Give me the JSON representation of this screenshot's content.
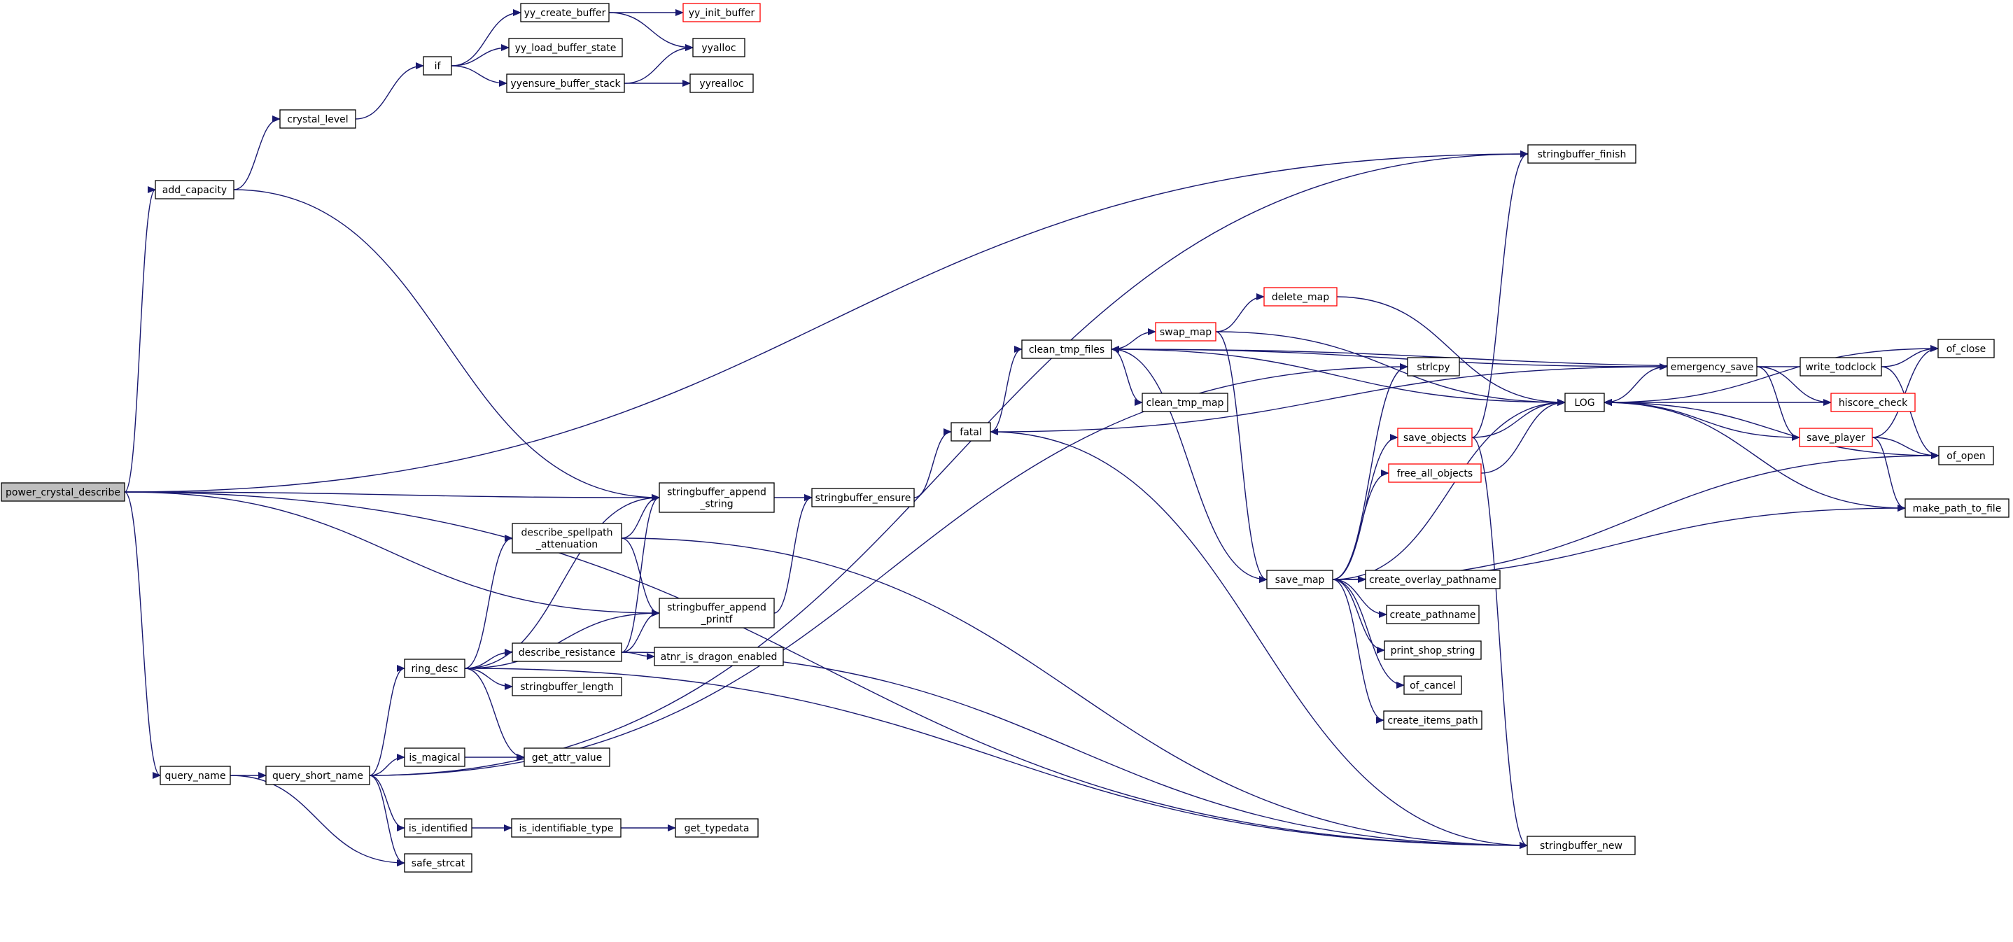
{
  "nodes": [
    {
      "id": "power_crystal_describe",
      "lines": [
        "power_crystal_describe"
      ],
      "style": "root"
    },
    {
      "id": "add_capacity",
      "lines": [
        "add_capacity"
      ],
      "style": "normal"
    },
    {
      "id": "crystal_level",
      "lines": [
        "crystal_level"
      ],
      "style": "normal"
    },
    {
      "id": "if",
      "lines": [
        "if"
      ],
      "style": "normal"
    },
    {
      "id": "yy_create_buffer",
      "lines": [
        "yy_create_buffer"
      ],
      "style": "normal"
    },
    {
      "id": "yy_init_buffer",
      "lines": [
        "yy_init_buffer"
      ],
      "style": "red"
    },
    {
      "id": "yy_load_buffer_state",
      "lines": [
        "yy_load_buffer_state"
      ],
      "style": "normal"
    },
    {
      "id": "yyalloc",
      "lines": [
        "yyalloc"
      ],
      "style": "normal"
    },
    {
      "id": "yyensure_buffer_stack",
      "lines": [
        "yyensure_buffer_stack"
      ],
      "style": "normal"
    },
    {
      "id": "yyrealloc",
      "lines": [
        "yyrealloc"
      ],
      "style": "normal"
    },
    {
      "id": "stringbuffer_finish",
      "lines": [
        "stringbuffer_finish"
      ],
      "style": "normal"
    },
    {
      "id": "stringbuffer_append_string",
      "lines": [
        "stringbuffer_append",
        "_string"
      ],
      "style": "normal"
    },
    {
      "id": "stringbuffer_ensure",
      "lines": [
        "stringbuffer_ensure"
      ],
      "style": "normal"
    },
    {
      "id": "fatal",
      "lines": [
        "fatal"
      ],
      "style": "normal"
    },
    {
      "id": "clean_tmp_files",
      "lines": [
        "clean_tmp_files"
      ],
      "style": "normal"
    },
    {
      "id": "swap_map",
      "lines": [
        "swap_map"
      ],
      "style": "red"
    },
    {
      "id": "delete_map",
      "lines": [
        "delete_map"
      ],
      "style": "red"
    },
    {
      "id": "clean_tmp_map",
      "lines": [
        "clean_tmp_map"
      ],
      "style": "normal"
    },
    {
      "id": "LOG",
      "lines": [
        "LOG"
      ],
      "style": "normal"
    },
    {
      "id": "emergency_save",
      "lines": [
        "emergency_save"
      ],
      "style": "normal"
    },
    {
      "id": "write_todclock",
      "lines": [
        "write_todclock"
      ],
      "style": "normal"
    },
    {
      "id": "of_close",
      "lines": [
        "of_close"
      ],
      "style": "normal"
    },
    {
      "id": "hiscore_check",
      "lines": [
        "hiscore_check"
      ],
      "style": "red"
    },
    {
      "id": "save_player",
      "lines": [
        "save_player"
      ],
      "style": "red"
    },
    {
      "id": "of_open",
      "lines": [
        "of_open"
      ],
      "style": "normal"
    },
    {
      "id": "make_path_to_file",
      "lines": [
        "make_path_to_file"
      ],
      "style": "normal"
    },
    {
      "id": "strlcpy",
      "lines": [
        "strlcpy"
      ],
      "style": "normal"
    },
    {
      "id": "save_objects",
      "lines": [
        "save_objects"
      ],
      "style": "red"
    },
    {
      "id": "free_all_objects",
      "lines": [
        "free_all_objects"
      ],
      "style": "red"
    },
    {
      "id": "save_map",
      "lines": [
        "save_map"
      ],
      "style": "normal"
    },
    {
      "id": "create_overlay_pathname",
      "lines": [
        "create_overlay_pathname"
      ],
      "style": "normal"
    },
    {
      "id": "create_pathname",
      "lines": [
        "create_pathname"
      ],
      "style": "normal"
    },
    {
      "id": "print_shop_string",
      "lines": [
        "print_shop_string"
      ],
      "style": "normal"
    },
    {
      "id": "of_cancel",
      "lines": [
        "of_cancel"
      ],
      "style": "normal"
    },
    {
      "id": "create_items_path",
      "lines": [
        "create_items_path"
      ],
      "style": "normal"
    },
    {
      "id": "stringbuffer_new",
      "lines": [
        "stringbuffer_new"
      ],
      "style": "normal"
    },
    {
      "id": "describe_spellpath_attenuation",
      "lines": [
        "describe_spellpath",
        "_attenuation"
      ],
      "style": "normal"
    },
    {
      "id": "stringbuffer_append_printf",
      "lines": [
        "stringbuffer_append",
        "_printf"
      ],
      "style": "normal"
    },
    {
      "id": "describe_resistance",
      "lines": [
        "describe_resistance"
      ],
      "style": "normal"
    },
    {
      "id": "atnr_is_dragon_enabled",
      "lines": [
        "atnr_is_dragon_enabled"
      ],
      "style": "normal"
    },
    {
      "id": "ring_desc",
      "lines": [
        "ring_desc"
      ],
      "style": "normal"
    },
    {
      "id": "stringbuffer_length",
      "lines": [
        "stringbuffer_length"
      ],
      "style": "normal"
    },
    {
      "id": "is_magical",
      "lines": [
        "is_magical"
      ],
      "style": "normal"
    },
    {
      "id": "get_attr_value",
      "lines": [
        "get_attr_value"
      ],
      "style": "normal"
    },
    {
      "id": "query_name",
      "lines": [
        "query_name"
      ],
      "style": "normal"
    },
    {
      "id": "query_short_name",
      "lines": [
        "query_short_name"
      ],
      "style": "normal"
    },
    {
      "id": "is_identified",
      "lines": [
        "is_identified"
      ],
      "style": "normal"
    },
    {
      "id": "is_identifiable_type",
      "lines": [
        "is_identifiable_type"
      ],
      "style": "normal"
    },
    {
      "id": "get_typedata",
      "lines": [
        "get_typedata"
      ],
      "style": "normal"
    },
    {
      "id": "safe_strcat",
      "lines": [
        "safe_strcat"
      ],
      "style": "normal"
    }
  ],
  "edges": [
    [
      "power_crystal_describe",
      "add_capacity"
    ],
    [
      "power_crystal_describe",
      "stringbuffer_finish"
    ],
    [
      "power_crystal_describe",
      "stringbuffer_append_string"
    ],
    [
      "power_crystal_describe",
      "stringbuffer_append_printf"
    ],
    [
      "power_crystal_describe",
      "query_name"
    ],
    [
      "power_crystal_describe",
      "stringbuffer_new"
    ],
    [
      "add_capacity",
      "crystal_level"
    ],
    [
      "add_capacity",
      "stringbuffer_append_string"
    ],
    [
      "crystal_level",
      "if"
    ],
    [
      "if",
      "yy_create_buffer"
    ],
    [
      "if",
      "yy_load_buffer_state"
    ],
    [
      "if",
      "yyensure_buffer_stack"
    ],
    [
      "yy_create_buffer",
      "yy_init_buffer"
    ],
    [
      "yy_create_buffer",
      "yyalloc"
    ],
    [
      "yyensure_buffer_stack",
      "yyalloc"
    ],
    [
      "yyensure_buffer_stack",
      "yyrealloc"
    ],
    [
      "stringbuffer_append_string",
      "stringbuffer_ensure"
    ],
    [
      "stringbuffer_append_printf",
      "stringbuffer_ensure"
    ],
    [
      "stringbuffer_ensure",
      "fatal"
    ],
    [
      "fatal",
      "clean_tmp_files"
    ],
    [
      "fatal",
      "emergency_save"
    ],
    [
      "clean_tmp_files",
      "swap_map"
    ],
    [
      "clean_tmp_files",
      "clean_tmp_map"
    ],
    [
      "clean_tmp_files",
      "LOG"
    ],
    [
      "clean_tmp_files",
      "save_map"
    ],
    [
      "swap_map",
      "delete_map"
    ],
    [
      "swap_map",
      "LOG"
    ],
    [
      "swap_map",
      "save_map"
    ],
    [
      "delete_map",
      "LOG"
    ],
    [
      "emergency_save",
      "LOG"
    ],
    [
      "emergency_save",
      "hiscore_check"
    ],
    [
      "emergency_save",
      "save_player"
    ],
    [
      "emergency_save",
      "clean_tmp_files"
    ],
    [
      "write_todclock",
      "of_close"
    ],
    [
      "write_todclock",
      "of_open"
    ],
    [
      "write_todclock",
      "clean_tmp_files"
    ],
    [
      "hiscore_check",
      "LOG"
    ],
    [
      "save_player",
      "LOG"
    ],
    [
      "save_player",
      "of_close"
    ],
    [
      "save_player",
      "of_open"
    ],
    [
      "save_player",
      "make_path_to_file"
    ],
    [
      "of_close",
      "LOG"
    ],
    [
      "of_open",
      "LOG"
    ],
    [
      "make_path_to_file",
      "LOG"
    ],
    [
      "save_map",
      "strlcpy"
    ],
    [
      "save_map",
      "save_objects"
    ],
    [
      "save_map",
      "free_all_objects"
    ],
    [
      "save_map",
      "LOG"
    ],
    [
      "save_map",
      "create_overlay_pathname"
    ],
    [
      "save_map",
      "create_pathname"
    ],
    [
      "save_map",
      "print_shop_string"
    ],
    [
      "save_map",
      "of_cancel"
    ],
    [
      "save_map",
      "create_items_path"
    ],
    [
      "save_map",
      "of_open"
    ],
    [
      "save_map",
      "make_path_to_file"
    ],
    [
      "save_objects",
      "LOG"
    ],
    [
      "save_objects",
      "stringbuffer_finish"
    ],
    [
      "save_objects",
      "stringbuffer_new"
    ],
    [
      "free_all_objects",
      "LOG"
    ],
    [
      "stringbuffer_new",
      "fatal"
    ],
    [
      "query_name",
      "query_short_name"
    ],
    [
      "query_name",
      "safe_strcat"
    ],
    [
      "query_short_name",
      "stringbuffer_finish"
    ],
    [
      "query_short_name",
      "ring_desc"
    ],
    [
      "query_short_name",
      "is_magical"
    ],
    [
      "query_short_name",
      "is_identified"
    ],
    [
      "query_short_name",
      "safe_strcat"
    ],
    [
      "query_short_name",
      "strlcpy"
    ],
    [
      "ring_desc",
      "stringbuffer_append_string"
    ],
    [
      "ring_desc",
      "describe_spellpath_attenuation"
    ],
    [
      "ring_desc",
      "stringbuffer_append_printf"
    ],
    [
      "ring_desc",
      "describe_resistance"
    ],
    [
      "ring_desc",
      "stringbuffer_length"
    ],
    [
      "ring_desc",
      "get_attr_value"
    ],
    [
      "ring_desc",
      "stringbuffer_new"
    ],
    [
      "describe_spellpath_attenuation",
      "stringbuffer_append_string"
    ],
    [
      "describe_spellpath_attenuation",
      "stringbuffer_append_printf"
    ],
    [
      "describe_spellpath_attenuation",
      "stringbuffer_new"
    ],
    [
      "describe_resistance",
      "stringbuffer_append_string"
    ],
    [
      "describe_resistance",
      "stringbuffer_append_printf"
    ],
    [
      "describe_resistance",
      "atnr_is_dragon_enabled"
    ],
    [
      "describe_resistance",
      "stringbuffer_new"
    ],
    [
      "is_magical",
      "get_attr_value"
    ],
    [
      "is_identified",
      "is_identifiable_type"
    ],
    [
      "is_identifiable_type",
      "get_typedata"
    ]
  ],
  "colors": {
    "edge": "#191970",
    "node_border": "#000000",
    "highlight_border": "#ff0000",
    "root_fill": "#bfbfbf"
  }
}
